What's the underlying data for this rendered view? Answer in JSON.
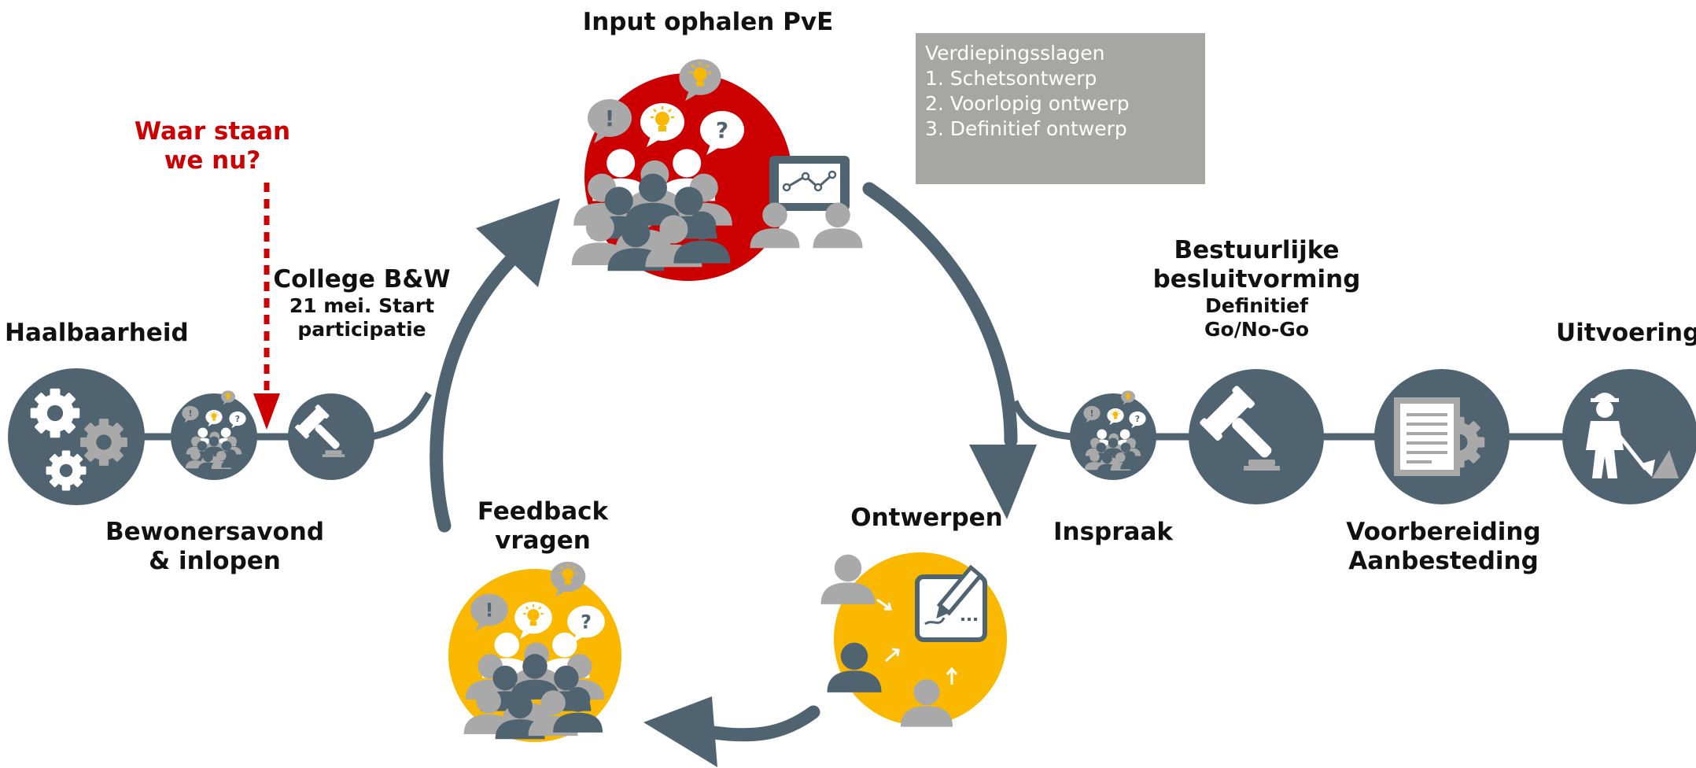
{
  "stages": {
    "haalbaarheid": "Haalbaarheid",
    "bewonersavond_line1": "Bewonersavond",
    "bewonersavond_line2": "& inlopen",
    "college_title": "College B&W",
    "college_line1": "21 mei. Start",
    "college_line2": "participatie",
    "input": "Input ophalen PvE",
    "feedback_line1": "Feedback",
    "feedback_line2": "vragen",
    "ontwerpen": "Ontwerpen",
    "inspraak": "Inspraak",
    "bestuurlijke_line1": "Bestuurlijke",
    "bestuurlijke_line2": "besluitvorming",
    "bestuurlijke_sub1": "Definitief",
    "bestuurlijke_sub2": "Go/No-Go",
    "voorbereiding_line1": "Voorbereiding",
    "voorbereiding_line2": "Aanbesteding",
    "uitvoering": "Uitvoering"
  },
  "marker": {
    "line1": "Waar staan",
    "line2": "we nu?"
  },
  "infobox": {
    "title": "Verdiepingsslagen",
    "items": [
      "1. Schetsontwerp",
      "2. Voorlopig ontwerp",
      "3. Definitief ontwerp"
    ]
  },
  "bubble_marks": {
    "exclaim": "!",
    "question": "?"
  },
  "colors": {
    "slate": "#4f6470",
    "red": "#cc0000",
    "yellow": "#fbb800",
    "gray_person": "#a9a9a9",
    "infobox": "#a6a6a5"
  },
  "icons": [
    "gear-icon",
    "crowd-icon",
    "gavel-icon",
    "presentation-icon",
    "design-pen-icon",
    "document-gear-icon",
    "construction-worker-icon"
  ]
}
